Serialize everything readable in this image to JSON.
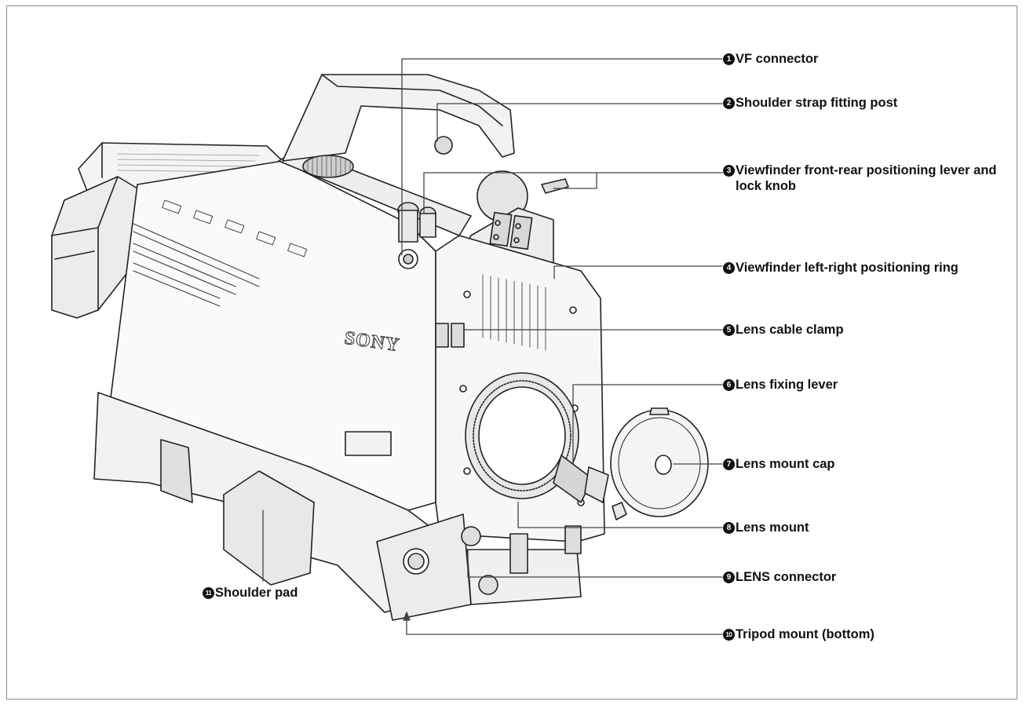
{
  "figure": {
    "brand_marking": "SONY",
    "callouts": [
      {
        "num": "1",
        "label": "VF connector"
      },
      {
        "num": "2",
        "label": "Shoulder strap fitting post"
      },
      {
        "num": "3",
        "label": "Viewfinder front-rear positioning lever and lock knob"
      },
      {
        "num": "4",
        "label": "Viewfinder left-right positioning ring"
      },
      {
        "num": "5",
        "label": "Lens cable clamp"
      },
      {
        "num": "6",
        "label": "Lens fixing lever"
      },
      {
        "num": "7",
        "label": "Lens mount cap"
      },
      {
        "num": "8",
        "label": "Lens mount"
      },
      {
        "num": "9",
        "label": "LENS connector"
      },
      {
        "num": "10",
        "label": "Tripod mount (bottom)"
      },
      {
        "num": "11",
        "label": "Shoulder pad"
      }
    ]
  }
}
